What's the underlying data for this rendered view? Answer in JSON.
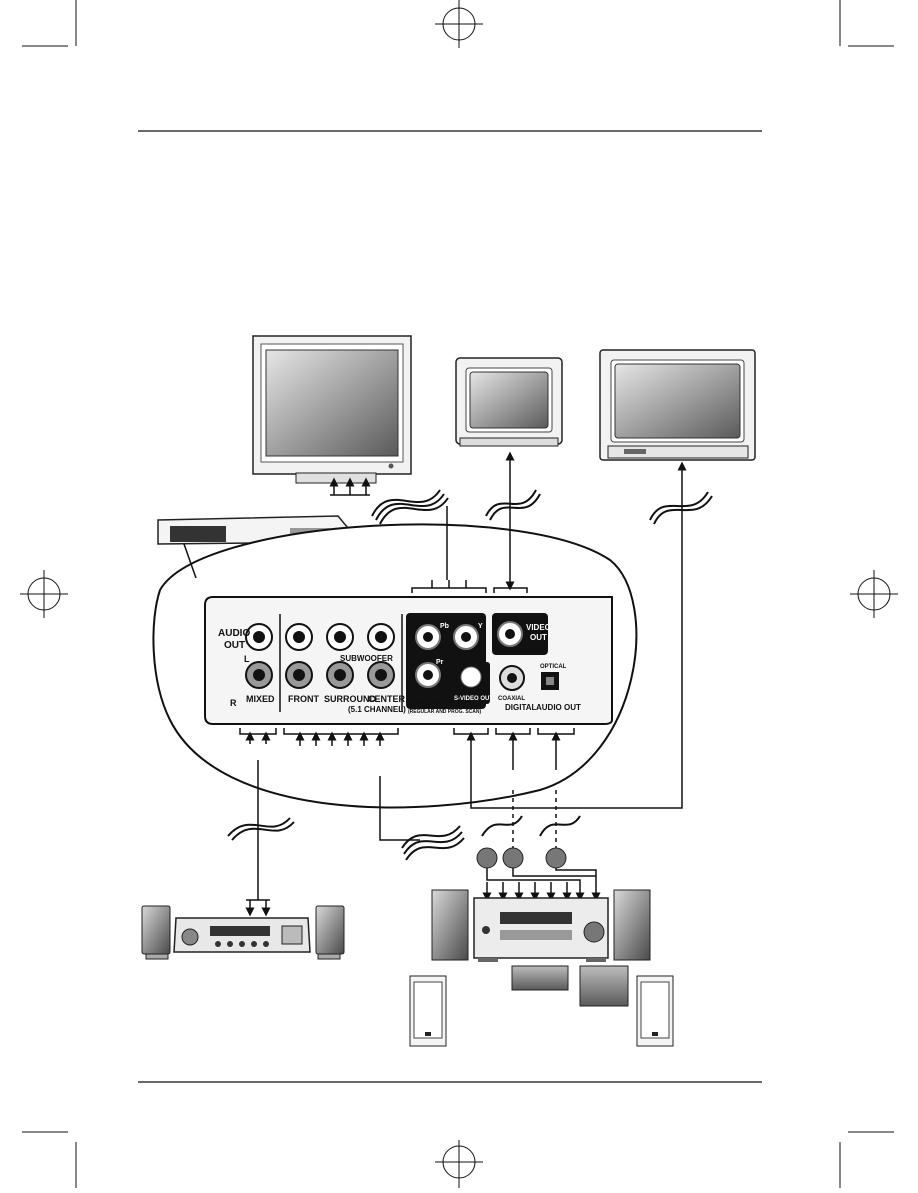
{
  "panel": {
    "audio_out": "AUDIO\nOUT",
    "left_mark": "L",
    "right_mark": "R",
    "mixed": "MIXED",
    "subwoofer": "SUBWOOFER",
    "front": "FRONT",
    "surround": "SURROUND",
    "center": "CENTER",
    "channel_note": "(5.1 CHANNEL)",
    "pb": "Pb",
    "y": "Y",
    "pr": "Pr",
    "component_label": "COMPONENT VIDEO OUT",
    "component_sub": "(REGULAR AND PROG. SCAN)",
    "video_out": "VIDEO\nOUT",
    "svideo_out": "S-VIDEO OUT",
    "coaxial": "COAXIAL",
    "optical": "OPTICAL",
    "digital": "DIGITAL",
    "audio_out_digital": "AUDIO OUT"
  },
  "icons": {
    "flat_tv": "flat-panel-tv-icon",
    "small_tv": "crt-tv-icon",
    "large_tv": "crt-tv-large-icon",
    "dvd": "dvd-player-icon",
    "stereo": "stereo-amplifier-icon",
    "av_receiver": "av-receiver-icon",
    "speaker": "speaker-icon",
    "cable": "rca-cable-icon"
  }
}
